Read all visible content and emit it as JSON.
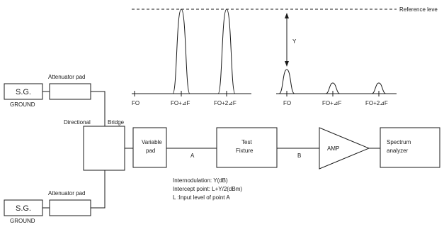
{
  "reference_level": "Reference leve",
  "y_marker": "Y",
  "spectrum_left": {
    "ticks": [
      "FO",
      "FO+⊿F",
      "FO+2⊿F"
    ]
  },
  "spectrum_right": {
    "ticks": [
      "FO",
      "FO+⊿F",
      "FO+2⊿F"
    ]
  },
  "blocks": {
    "sg_top": "S.G.",
    "ground_top": "GROUND",
    "atten_top": "Attenuator pad",
    "sg_bottom": "S.G.",
    "ground_bottom": "GROUND",
    "atten_bottom": "Attenuator pad",
    "directional": "Directional",
    "bridge": "Bridge",
    "variable_pad_line1": "Variable",
    "variable_pad_line2": "pad",
    "test_fixture_line1": "Test",
    "test_fixture_line2": "Fixture",
    "amp": "AMP",
    "spectrum_line1": "Spectrum",
    "spectrum_line2": "analyzer",
    "point_a": "A",
    "point_b": "B"
  },
  "notes": [
    "Internodulation: Y(dB)",
    "Intercept point: L+Y/2(dBm)",
    "L :Input level of point A"
  ]
}
